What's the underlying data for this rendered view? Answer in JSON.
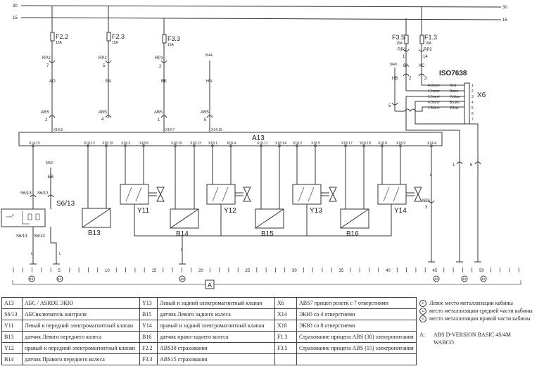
{
  "rails": {
    "r30": "30",
    "r15": "15"
  },
  "fuses": [
    {
      "name": "F2.2",
      "rating": "15A",
      "relay": "RP2",
      "pin": "7",
      "wire": "AO",
      "abs": "ABS",
      "abs_pin": "2",
      "term": "X14.8"
    },
    {
      "name": "F2.3",
      "rating": "15A",
      "relay": "RP2",
      "pin": "5",
      "wire": "EA",
      "abs": "ABS",
      "abs_pin": "4",
      "term": ""
    },
    {
      "name": "F3.3",
      "rating": "15A",
      "relay": "RP1",
      "pin": "2",
      "wire": "BK",
      "abs": "ABS",
      "abs_pin": "1",
      "term": "X14.7"
    },
    {
      "name": "",
      "rating": "",
      "relay": "",
      "pin": "",
      "wire": "HA",
      "abs": "ABS",
      "abs_pin": "5",
      "term": "X14.15",
      "ref": "8/44"
    },
    {
      "name": "F3.5",
      "rating": "15A",
      "relay": "RP1",
      "pin": "1",
      "wire": "BA",
      "abs_pin": "2"
    },
    {
      "name": "F1.3",
      "rating": "15A",
      "relay": "RP2",
      "pin": "14",
      "wire": "AC",
      "abs_pin": "3"
    }
  ],
  "hb": {
    "ref": "8/49",
    "wire": "HB",
    "pin": "5"
  },
  "ecu": {
    "label": "A13",
    "pins": [
      "X14.15",
      "X18.12",
      "X18.15",
      "X18.3",
      "X18.6",
      "X18.10",
      "X18.13",
      "X18.1",
      "X18.4",
      "X18.11",
      "X18.14",
      "X18.2",
      "X18.5",
      "X18.17",
      "X18.18",
      "X18.8",
      "X18.9",
      "X14.4"
    ]
  },
  "components": {
    "y11": "Y11",
    "y12": "Y12",
    "y13": "Y13",
    "y14": "Y14",
    "b13": "B13",
    "b14": "B14",
    "b15": "B15",
    "b16": "B16",
    "s613": "S6/13",
    "eb": "EB",
    "eb_ref": "5/59",
    "ground": "L",
    "abs3": "ABS",
    "abs3_pin": "3",
    "pin1": "1",
    "pin6": "6"
  },
  "iso": {
    "title": "ISO7638",
    "connector": "X6",
    "wires": [
      {
        "size": "4.0mm²",
        "color": "Red",
        "pin": "1"
      },
      {
        "size": "1.5mm²",
        "color": "Black",
        "pin": "2"
      },
      {
        "size": "1.5mm²",
        "color": "Yellow",
        "pin": "3"
      },
      {
        "size": "4.0mm²",
        "color": "Brown",
        "pin": "4"
      },
      {
        "size": "1.5mm²",
        "color": "White",
        "pin": "5"
      }
    ],
    "extra_pins": [
      "6",
      "7"
    ]
  },
  "ruler": {
    "labels": [
      "5",
      "10",
      "15",
      "20",
      "25",
      "30",
      "35",
      "40",
      "45",
      "50"
    ],
    "section": "A"
  },
  "ground_marks": [
    "43",
    "41",
    "43",
    "43",
    "43",
    "43"
  ],
  "table": [
    [
      {
        "c": "A13",
        "d": "АБС / ASRDE ЭКЮ"
      },
      {
        "c": "Y13",
        "d": "Левый и задний электромагнитный клапан"
      },
      {
        "c": "X6",
        "d": "ABS7 прицеп розетк с 7 отверстиями"
      }
    ],
    [
      {
        "c": "S6/13",
        "d": "АБСвключатель контроля"
      },
      {
        "c": "B15",
        "d": "датчик Левого заднего колеса"
      },
      {
        "c": "X14",
        "d": "ЭКЮ со 4 отверстиеми"
      }
    ],
    [
      {
        "c": "Y11",
        "d": "Левый и передний электромагнитный клапан"
      },
      {
        "c": "Y14",
        "d": "правый и задний электромагнитный клапан"
      },
      {
        "c": "X18",
        "d": "ЭКЮ со 8 отверстиеми"
      }
    ],
    [
      {
        "c": "B13",
        "d": "датчик Левого переднего колеса"
      },
      {
        "c": "B16",
        "d": "датчик право-заднего колеса"
      },
      {
        "c": "F1.3",
        "d": "Страхование прицепа ABS (30) электропитания"
      }
    ],
    [
      {
        "c": "Y12",
        "d": "правый и передний электромагнитный клапан"
      },
      {
        "c": "F2.2",
        "d": "ABS30 страхования"
      },
      {
        "c": "F3.5",
        "d": "Страхование прицепа ABS (15) электропитания"
      }
    ],
    [
      {
        "c": "B14",
        "d": "датчик Правого переднего    колеса"
      },
      {
        "c": "F3.3",
        "d": "ABS15 страхования"
      },
      {
        "c": "",
        "d": ""
      }
    ]
  ],
  "notes": [
    {
      "mark": "41",
      "text": "Левое место металлизации кабины"
    },
    {
      "mark": "42",
      "text": "место металлизации средней части кабины"
    },
    {
      "mark": "43",
      "text": "место металлизации правой части кабины"
    }
  ],
  "footnote": {
    "key": "A:",
    "line1": "ABS D-VERSION BASIC 4S/4M",
    "line2": "WABCO"
  }
}
